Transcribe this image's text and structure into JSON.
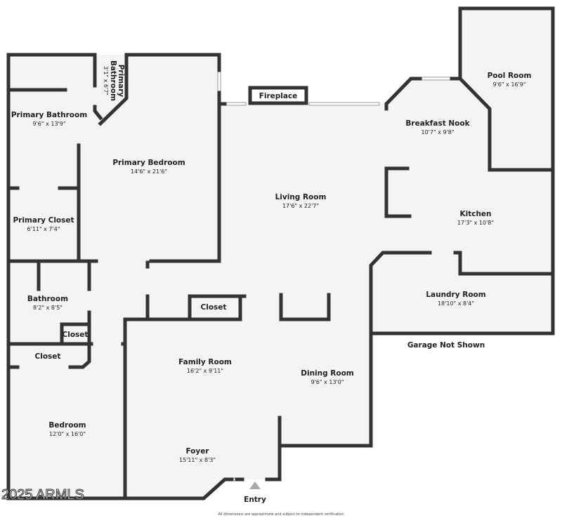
{
  "rooms": [
    {
      "name": "Primary Bathroom",
      "dims": "9'6\" x 13'9\""
    },
    {
      "name": "Primary",
      "name2": "Bathroom",
      "dims": "3'1\" x 6'7\""
    },
    {
      "name": "Primary Bedroom",
      "dims": "14'6\" x 21'6\""
    },
    {
      "name": "Primary Closet",
      "dims": "6'11\" x 7'4\""
    },
    {
      "name": "Living Room",
      "dims": "17'6\" x 22'7\""
    },
    {
      "name": "Breakfast Nook",
      "dims": "10'7\" x 9'8\""
    },
    {
      "name": "Pool Room",
      "dims": "9'6\" x 16'9\""
    },
    {
      "name": "Kitchen",
      "dims": "17'3\" x 10'8\""
    },
    {
      "name": "Bathroom",
      "dims": "8'2\" x 8'5\""
    },
    {
      "name": "Laundry Room",
      "dims": "18'10\" x 8'4\""
    },
    {
      "name": "Family Room",
      "dims": "16'2\" x 9'11\""
    },
    {
      "name": "Dining Room",
      "dims": "9'6\" x 13'0\""
    },
    {
      "name": "Bedroom",
      "dims": "12'0\" x 16'0\""
    },
    {
      "name": "Foyer",
      "dims": "15'11\" x 8'3\""
    }
  ],
  "labels": {
    "fireplace": "Fireplace",
    "closet_hall": "Closet",
    "closet_bath": "Closet",
    "closet_bedroom": "Closet",
    "garage": "Garage Not Shown",
    "entry": "Entry",
    "watermark": "2025 ARMLS",
    "disclaimer": "All dimensions are approximate and subject to independent verification"
  },
  "colors": {
    "wall": "#333333",
    "floor": "#f4f4f4"
  }
}
